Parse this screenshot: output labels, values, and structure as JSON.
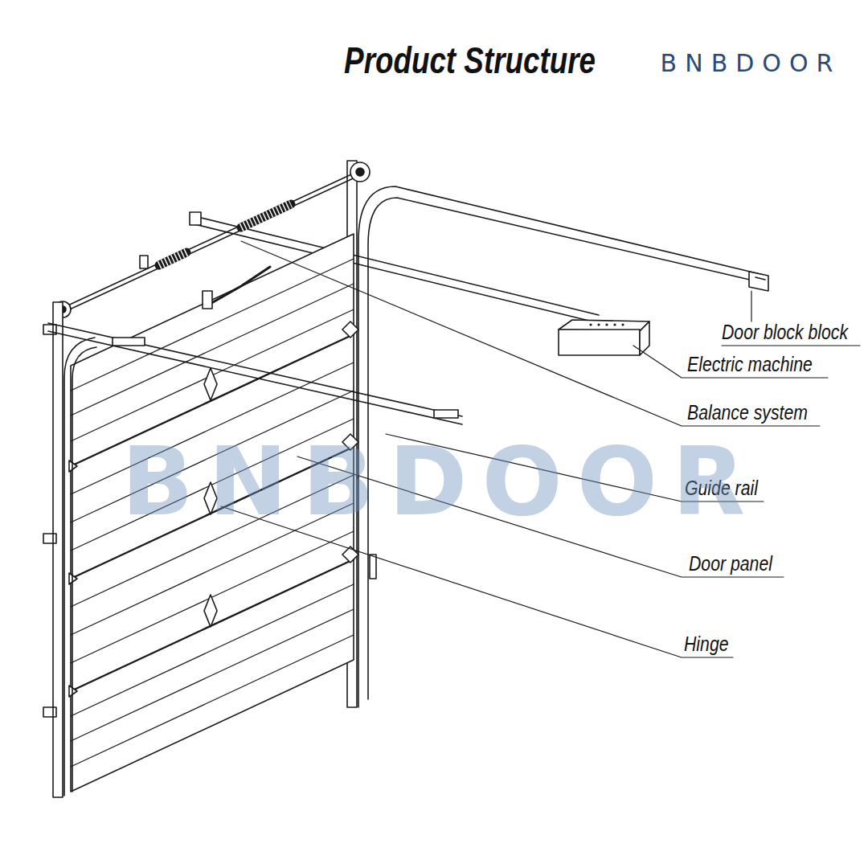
{
  "diagram": {
    "title": "Product Structure",
    "labels": [
      "BNBDOOR",
      "Door block block",
      "Electric machine",
      "Balance system",
      "Guide rail",
      "Door panel",
      "Hinge",
      "BNBDOOR"
    ]
  }
}
